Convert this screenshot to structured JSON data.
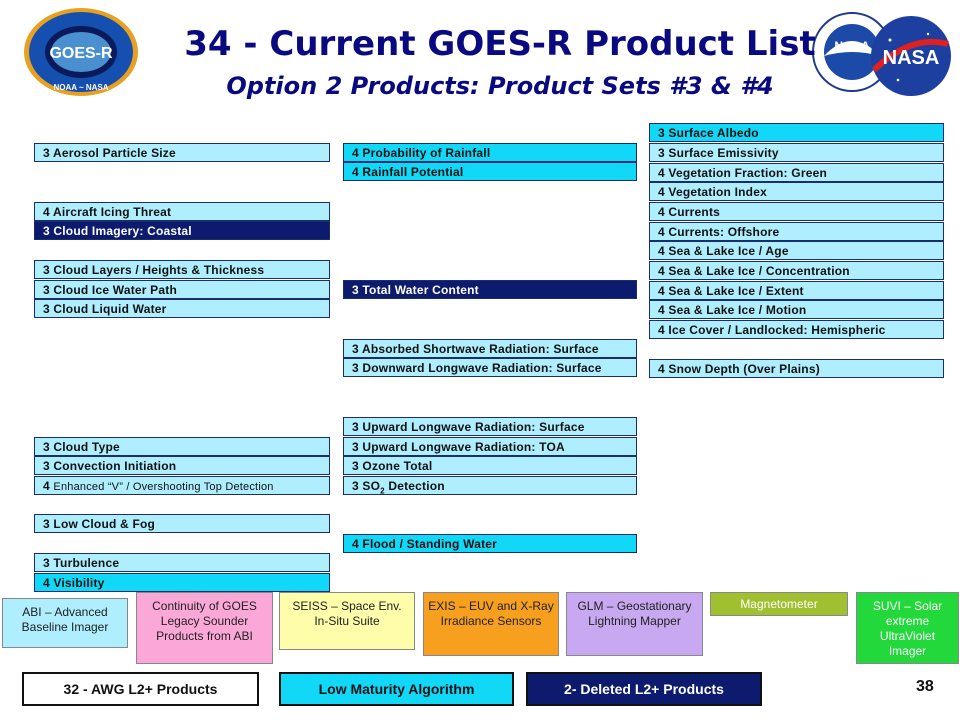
{
  "title": {
    "line1": "34 - Current GOES-R Product List",
    "line2": "Option 2 Products: Product Sets #3 & #4"
  },
  "logos": {
    "goes": {
      "center_text": "GOES-R",
      "ring_text_bottom": "NOAA ~ NASA"
    },
    "noaa": {
      "text": "NOAA"
    },
    "nasa": {
      "text": "NASA"
    }
  },
  "colors": {
    "light": "#aeeefe",
    "cyan": "#12d8f8",
    "navy": "#0d1b6e",
    "title": "#0a0a80"
  },
  "products": {
    "col1": [
      {
        "label": "3  Aerosol Particle Size",
        "style": "light"
      },
      {
        "label": "4  Aircraft  Icing Threat",
        "style": "light"
      },
      {
        "label": "3  Cloud Imagery: Coastal",
        "style": "navy"
      },
      {
        "label": "3  Cloud Layers / Heights & Thickness",
        "style": "light"
      },
      {
        "label": "3  Cloud Ice Water Path",
        "style": "light"
      },
      {
        "label": "3  Cloud Liquid Water",
        "style": "light"
      },
      {
        "label": "3  Cloud Type",
        "style": "light"
      },
      {
        "label": "3  Convection  Initiation",
        "style": "light"
      },
      {
        "label_prefix": "4  ",
        "label_small": "Enhanced “V” / Overshooting Top Detection",
        "style": "light"
      },
      {
        "label": "3  Low Cloud & Fog",
        "style": "light"
      },
      {
        "label": "3  Turbulence",
        "style": "light"
      },
      {
        "label": "4  Visibility",
        "style": "cyan"
      }
    ],
    "col2": [
      {
        "label": "4  Probability of Rainfall",
        "style": "cyan"
      },
      {
        "label": "4  Rainfall Potential",
        "style": "cyan"
      },
      {
        "label": "3  Total Water Content",
        "style": "navy"
      },
      {
        "label": "3  Absorbed Shortwave Radiation: Surface",
        "style": "light"
      },
      {
        "label": "3  Downward Longwave Radiation: Surface",
        "style": "light"
      },
      {
        "label": "3  Upward Longwave Radiation: Surface",
        "style": "light"
      },
      {
        "label": "3  Upward Longwave Radiation: TOA",
        "style": "light"
      },
      {
        "label": "3  Ozone Total",
        "style": "light"
      },
      {
        "label_prefix": "3  SO",
        "label_sub": "2",
        "label_suffix": " Detection",
        "style": "light"
      },
      {
        "label": "4  Flood / Standing Water",
        "style": "cyan"
      }
    ],
    "col3": [
      {
        "label": "3  Surface Albedo",
        "style": "cyan"
      },
      {
        "label": "3  Surface Emissivity",
        "style": "light"
      },
      {
        "label": "4  Vegetation Fraction: Green",
        "style": "light"
      },
      {
        "label": "4  Vegetation Index",
        "style": "light"
      },
      {
        "label": "4  Currents",
        "style": "light"
      },
      {
        "label": "4  Currents:  Offshore",
        "style": "light"
      },
      {
        "label": "4  Sea & Lake Ice / Age",
        "style": "light"
      },
      {
        "label": "4  Sea & Lake Ice / Concentration",
        "style": "light"
      },
      {
        "label": "4  Sea & Lake Ice / Extent",
        "style": "light"
      },
      {
        "label": "4  Sea & Lake Ice / Motion",
        "style": "light"
      },
      {
        "label": "4  Ice Cover / Landlocked: Hemispheric",
        "style": "light"
      },
      {
        "label": "4  Snow Depth (Over Plains)",
        "style": "light"
      }
    ]
  },
  "legend": [
    {
      "label": "ABI – Advanced Baseline Imager",
      "bg": "#aeeefe"
    },
    {
      "label": "Continuity of GOES Legacy Sounder Products from ABI",
      "bg": "#fba8d8"
    },
    {
      "label": "SEISS – Space Env. In-Situ Suite",
      "bg": "#fdfdaa"
    },
    {
      "label": "EXIS – EUV and X-Ray Irradiance Sensors",
      "bg": "#f7a020"
    },
    {
      "label": "GLM – Geostationary Lightning Mapper",
      "bg": "#c8a8f0"
    },
    {
      "label": "Magnetometer",
      "bg": "#a0c030"
    },
    {
      "label": "SUVI – Solar extreme UltraViolet Imager",
      "bg": "#22d83a"
    }
  ],
  "footer": {
    "awg": "32 - AWG L2+ Products",
    "low_maturity": "Low Maturity Algorithm",
    "deleted": "2- Deleted L2+ Products",
    "page": "38"
  }
}
